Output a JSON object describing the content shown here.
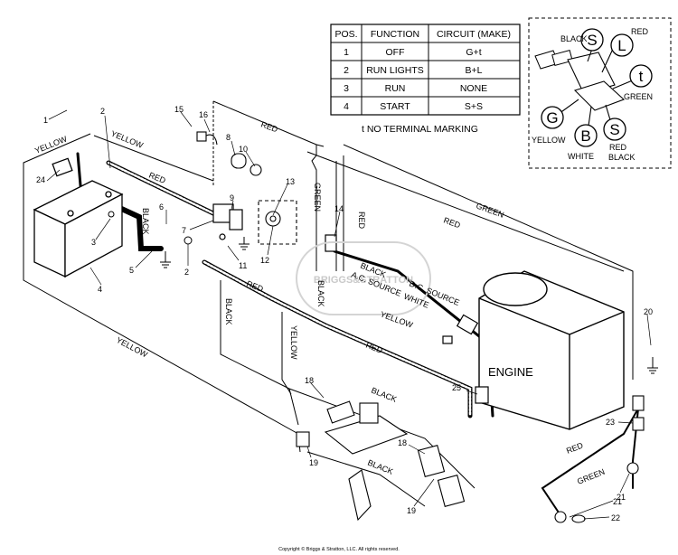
{
  "table": {
    "headers": [
      "POS.",
      "FUNCTION",
      "CIRCUIT  (MAKE)"
    ],
    "rows": [
      [
        "1",
        "OFF",
        "G+t"
      ],
      [
        "2",
        "RUN LIGHTS",
        "B+L"
      ],
      [
        "3",
        "RUN",
        "NONE"
      ],
      [
        "4",
        "START",
        "S+S"
      ]
    ],
    "note": "t  NO TERMINAL MARKING"
  },
  "switch_detail": {
    "terminals": [
      "S",
      "L",
      "t",
      "G",
      "B",
      "S"
    ],
    "labels": [
      "BLACK",
      "RED",
      "GREEN",
      "YELLOW",
      "WHITE",
      "RED",
      "BLACK"
    ]
  },
  "wire_labels": {
    "yellow": "YELLOW",
    "red": "RED",
    "black": "BLACK",
    "green": "GREEN",
    "white": "WHITE",
    "ac_source": "A.C. SOURCE",
    "dc_source": "D.C. SOURCE"
  },
  "engine_label": "ENGINE",
  "part_numbers": [
    "1",
    "2",
    "2",
    "3",
    "4",
    "5",
    "6",
    "7",
    "8",
    "9",
    "10",
    "11",
    "12",
    "13",
    "14",
    "15",
    "16",
    "18",
    "18",
    "19",
    "19",
    "20",
    "21",
    "21",
    "22",
    "23",
    "24",
    "25"
  ],
  "watermark": "BRIGGS&STRATTON",
  "copyright": "Copyright © Briggs & Stratton, LLC. All rights reserved."
}
